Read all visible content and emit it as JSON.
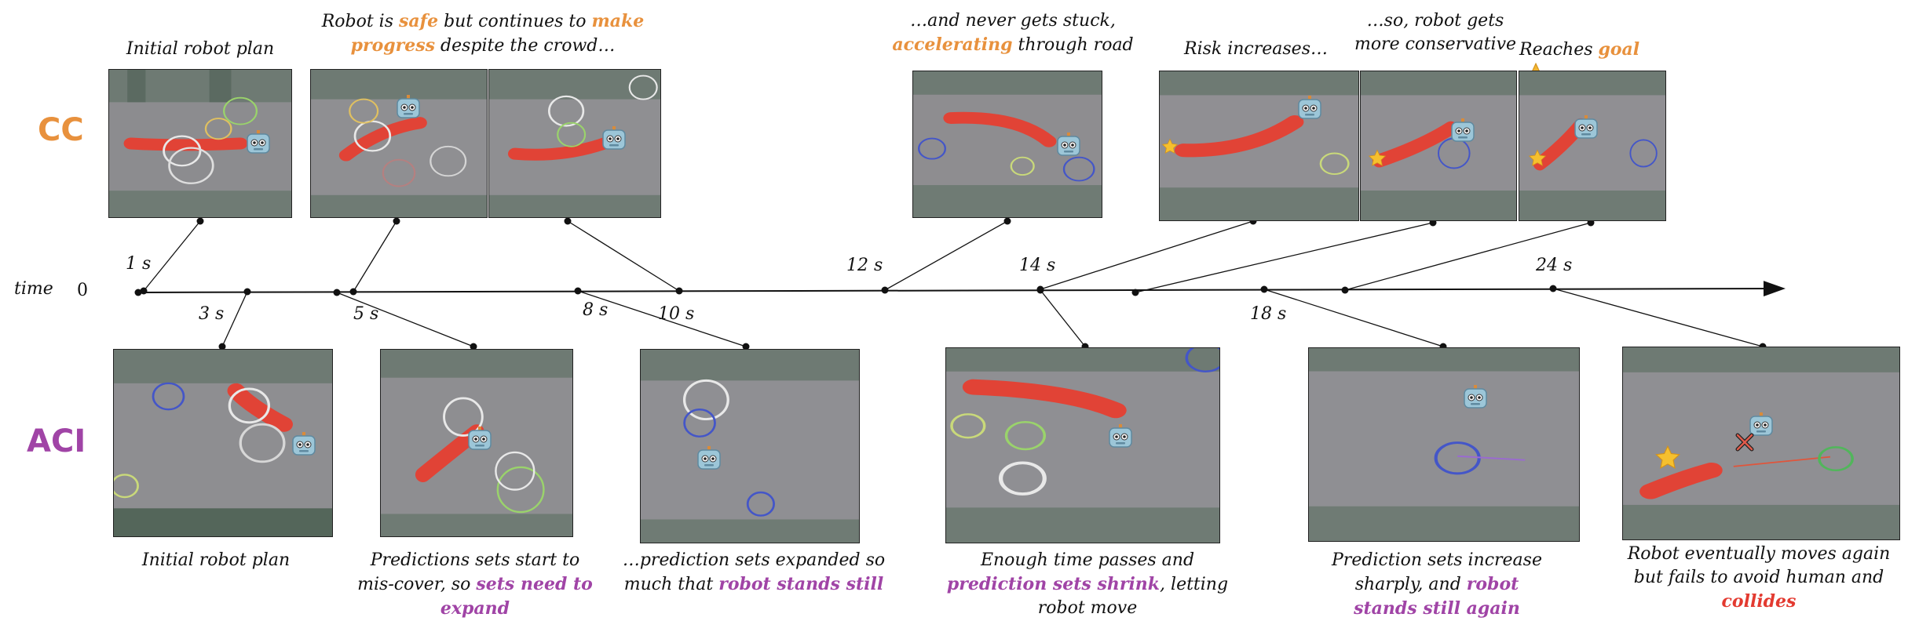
{
  "row_labels": {
    "cc": "CC",
    "aci": "ACI"
  },
  "colors": {
    "cc": "#e8913d",
    "aci": "#a044a6",
    "collide": "#e33a30"
  },
  "timeline": {
    "axis_label": "time",
    "ticks": [
      "0",
      "1 s",
      "3 s",
      "5 s",
      "8 s",
      "10 s",
      "12 s",
      "14 s",
      "18 s",
      "24 s"
    ]
  },
  "cc_captions": {
    "c1": "Initial robot plan",
    "c2": {
      "t1": "Robot is ",
      "h1": "safe",
      "t2": " but continues to ",
      "h2": "make progress",
      "t3": " despite the crowd…"
    },
    "c3": {
      "t1": "…and never gets stuck,",
      "h1": "accelerating",
      "t2": " through road"
    },
    "c4": "Risk increases…",
    "c5": "…so, robot gets more conservative",
    "c6": {
      "t1": "Reaches ",
      "h1": "goal"
    }
  },
  "aci_captions": {
    "a1": "Initial robot plan",
    "a2": {
      "t1": "Predictions sets start to mis-cover, so ",
      "h1": "sets need to expand"
    },
    "a3": {
      "t1": "…prediction sets expanded so much that ",
      "h1": "robot stands still"
    },
    "a4": {
      "t1": "Enough time passes and ",
      "h1": "prediction sets shrink",
      "t2": ", letting robot move"
    },
    "a5": {
      "t1": "Prediction sets increase sharply, and ",
      "h1": "robot stands still again"
    },
    "a6": {
      "t1": "Robot eventually moves again but fails to avoid human and ",
      "h1": "collides"
    }
  },
  "icons": [
    "robot-icon",
    "star-goal-icon",
    "collision-x-icon"
  ]
}
